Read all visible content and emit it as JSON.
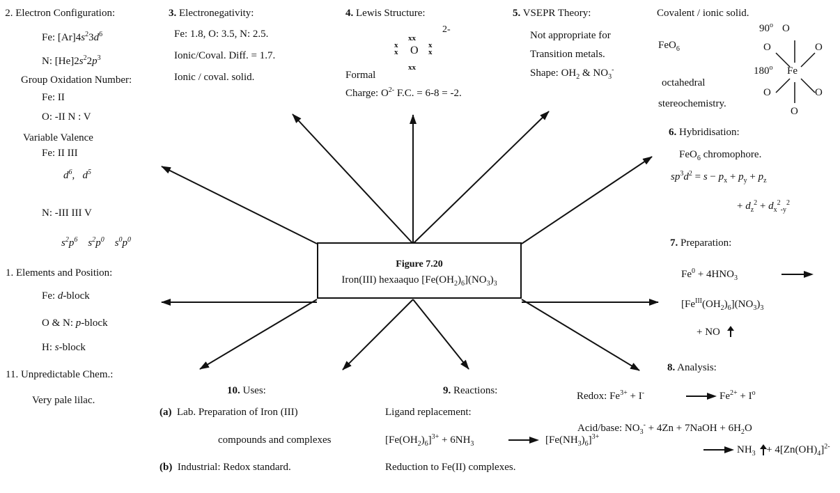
{
  "center": {
    "title": "Figure 7.20",
    "subtitle_parts": [
      "Iron(III) hexaaquo [Fe(OH",
      "2",
      ")",
      "6",
      "](NO",
      "3",
      ")",
      "3"
    ]
  },
  "s2": {
    "heading": "2. Electron Configuration:",
    "fe_label": "Fe: [Ar]4",
    "fe_s": "s",
    "fe_s_sup": "2",
    "fe_3": "3",
    "fe_d": "d",
    "fe_d_sup": "6",
    "n_label": "N: [He]2",
    "n_s": "s",
    "n_s_sup": "2",
    "n_2": "2",
    "n_p": "p",
    "n_p_sup": "3",
    "group_ox": "Group Oxidation Number:",
    "fe_ox": "Fe:  II",
    "on_ox": "O: -II   N :  V",
    "variable": "Variable Valence",
    "fe_val": "Fe:  II     III",
    "d6": "d",
    "d6_sup": "6",
    "comma": ",",
    "d5": "d",
    "d5_sup": "5",
    "n_val": "N: -III     III     V",
    "sp1": "s",
    "sp1_s": "2",
    "sp1_p": "p",
    "sp1_p_s": "6",
    "sp2": "s",
    "sp2_s": "2",
    "sp2_p": "p",
    "sp2_p_s": "0",
    "sp3": "s",
    "sp3_s": "0",
    "sp3_p": "p",
    "sp3_p_s": "0"
  },
  "s1": {
    "heading": "1.  Elements and  Position:",
    "fe_pre": "Fe: ",
    "fe_it": "d",
    "fe_post": "-block",
    "on_pre": "O & N: ",
    "on_it": "p",
    "on_post": "-block",
    "h_pre": "H: ",
    "h_it": "s",
    "h_post": "-block"
  },
  "s11": {
    "heading": "11.  Unpredictable  Chem.:",
    "text": "Very pale lilac."
  },
  "s3": {
    "heading_num": "3.",
    "heading": " Electronegativity:",
    "line1": "Fe: 1.8, O: 3.5, N: 2.5.",
    "line2": "Ionic/Coval.   Diff. = 1.7.",
    "line3": "Ionic / coval.  solid."
  },
  "s4": {
    "heading_num": "4.",
    "heading": " Lewis Structure:",
    "charge": "2-",
    "xx": "xx",
    "x": "x",
    "o": "O",
    "formal": "Formal",
    "charge_label": "Charge:  O",
    "o_sup": "2-",
    "fc": " F.C. = 6-8 = -2."
  },
  "s5": {
    "heading_num": "5.",
    "heading": " VSEPR  Theory:",
    "line1": "Not appropriate for",
    "line2": "Transition metals.",
    "shape": "Shape: OH",
    "shape_s1": "2",
    "shape_mid": " & NO",
    "shape_s2": "3",
    "shape_sup": "-"
  },
  "s_solid": {
    "line1": "Covalent / ionic solid.",
    "feo": "FeO",
    "feo_sub": "6",
    "octahedral": "octahedral",
    "stereo": "stereochemistry.",
    "angle90": "90",
    "angle180": "180",
    "deg": "o",
    "fe": "Fe",
    "o": "O"
  },
  "s6": {
    "heading_num": "6.",
    "heading": "  Hybridisation:",
    "chrom": "FeO",
    "chrom_sub": "6",
    "chrom_post": "  chromophore.",
    "sp": "sp",
    "sp_sup": "3",
    "d": "d",
    "d_sup": "2",
    "eq": " =  ",
    "s": "s",
    "minus": " − ",
    "px": "p",
    "x": "x",
    "plus": " + ",
    "py": "p",
    "y": "y",
    "pz": "p",
    "z": "z",
    "plus2": "+   ",
    "dz": "d",
    "dz_sub": "z",
    "dz_sup": "2",
    "dxy": "d",
    "dxy_sub": "x",
    "dxy_sup": "2",
    "dxy_sub2": "-y",
    "dxy_sup2": "2"
  },
  "s7": {
    "heading_num": "7.",
    "heading": "   Preparation:",
    "fe0": "Fe",
    "fe0_sup": "0",
    "hno": " + 4HNO",
    "hno_sub": "3",
    "prod": "[Fe",
    "prod_sup": "III",
    "prod2": "(OH",
    "prod2_sub": "2",
    "prod3": ")",
    "prod3_sub": "6",
    "prod4": "](NO",
    "prod4_sub": "3",
    "prod5": ")",
    "prod5_sub": "3",
    "no": "+ NO"
  },
  "s8": {
    "heading_num": "8.",
    "heading": "  Analysis:",
    "redox": "Redox:   Fe",
    "fe_sup": "3+",
    "plus_i": " + I",
    "i_sup": "-",
    "fe2": "Fe",
    "fe2_sup": "2+",
    "plus_i0": " +  I",
    "i0_sup": "o",
    "acid": "Acid/base:  NO",
    "no3_sub": "3",
    "no3_sup": "-",
    "acid_rest": "  +  4Zn  +  7NaOH + 6H",
    "h2o_sub": "2",
    "h2o_rest": "O",
    "nh3": "NH",
    "nh3_sub": "3",
    "zn": "+  4[Zn(OH)",
    "zn_sub": "4",
    "zn_rest": "]",
    "zn_sup": "2-"
  },
  "s9": {
    "heading_num": "9.",
    "heading": "    Reactions:",
    "ligand": "Ligand  replacement:",
    "r1": "[Fe(OH",
    "r1_sub": "2",
    "r1b": ")",
    "r1b_sub": "6",
    "r1c": "]",
    "r1_sup": "3+",
    "r1d": " +   6NH",
    "r1d_sub": "3",
    "r2": "[Fe(NH",
    "r2_sub": "3",
    "r2b": ")",
    "r2b_sub": "6",
    "r2c": "]",
    "r2_sup": "3+",
    "reduction": "Reduction to Fe(II) complexes."
  },
  "s10": {
    "heading_num": "10.",
    "heading": "  Uses:",
    "a_label": "(a)",
    "a_text": "Lab.  Preparation of Iron (III)",
    "a_text2": "compounds and complexes",
    "b_label": "(b)",
    "b_text": "Industrial:  Redox standard."
  }
}
